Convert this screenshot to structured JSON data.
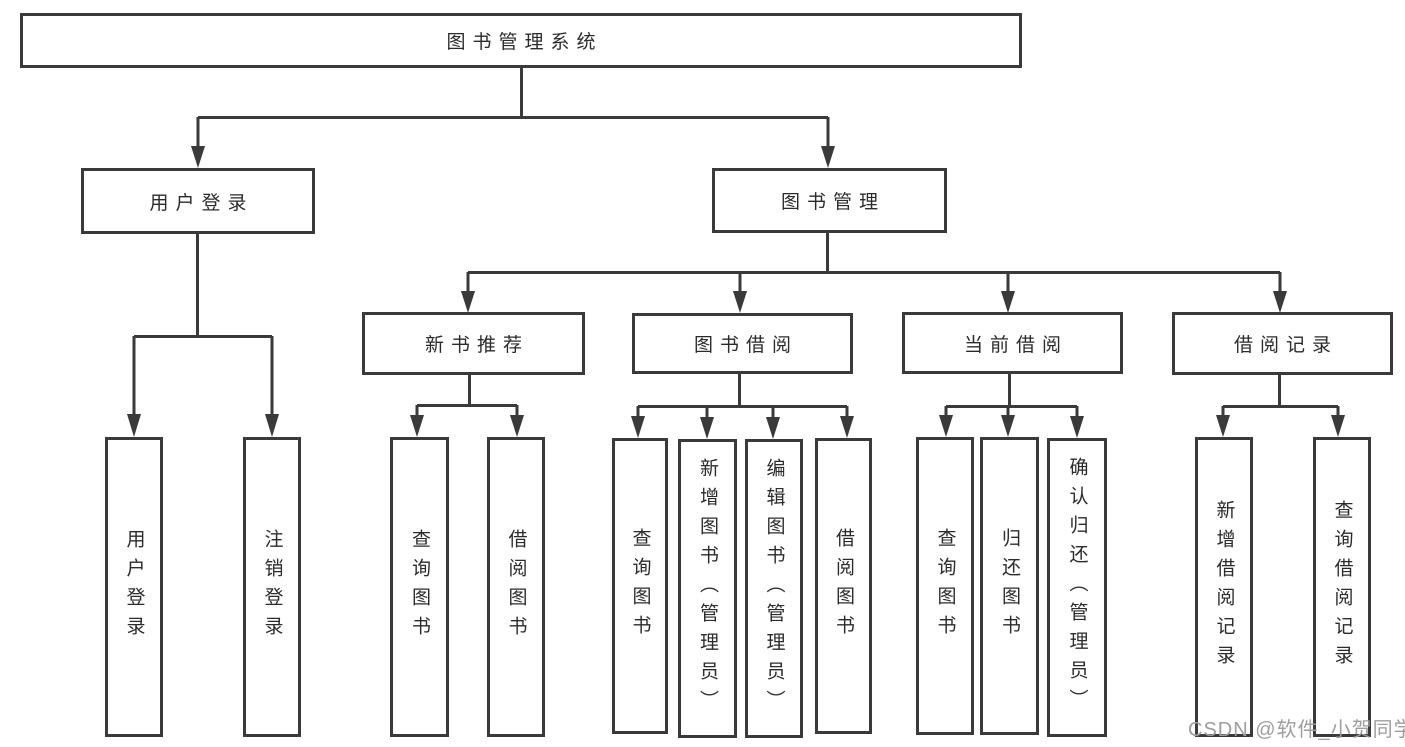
{
  "diagram": {
    "tree": {
      "label": "图书管理系统",
      "children": [
        {
          "label": "用户登录",
          "children": [
            {
              "label": "用户登录"
            },
            {
              "label": "注销登录"
            }
          ]
        },
        {
          "label": "图书管理",
          "children": [
            {
              "label": "新书推荐",
              "children": [
                {
                  "label": "查询图书"
                },
                {
                  "label": "借阅图书"
                }
              ]
            },
            {
              "label": "图书借阅",
              "children": [
                {
                  "label": "查询图书"
                },
                {
                  "label": "新增图书（管理员）"
                },
                {
                  "label": "编辑图书（管理员）"
                },
                {
                  "label": "借阅图书"
                }
              ]
            },
            {
              "label": "当前借阅",
              "children": [
                {
                  "label": "查询图书"
                },
                {
                  "label": "归还图书"
                },
                {
                  "label": "确认归还（管理员）"
                }
              ]
            },
            {
              "label": "借阅记录",
              "children": [
                {
                  "label": "新增借阅记录"
                },
                {
                  "label": "查询借阅记录"
                }
              ]
            }
          ]
        }
      ]
    },
    "colors": {
      "line": "#3a3a3a",
      "box_border": "#3a3a3a",
      "text": "#2b2b2b",
      "background": "#ffffff",
      "watermark": "#9e9e9e"
    }
  },
  "watermark": {
    "text": "CSDN @软件_小贺同学"
  }
}
